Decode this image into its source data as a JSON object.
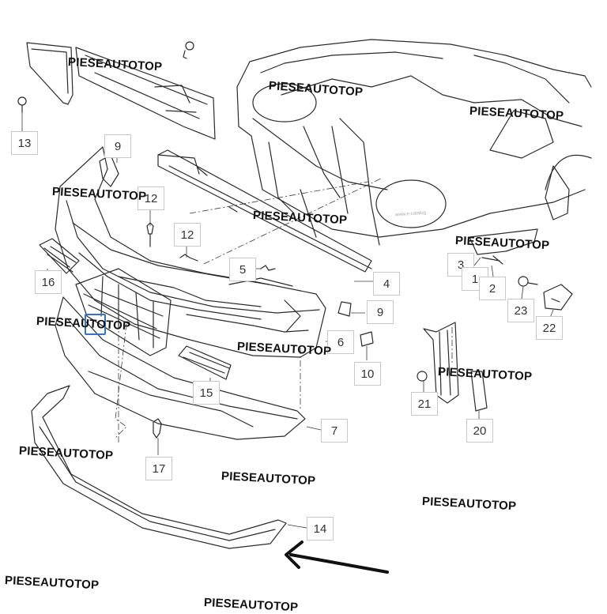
{
  "diagram": {
    "part_numbers": [
      "13",
      "9",
      "12",
      "12",
      "16",
      "5",
      "4",
      "3",
      "1",
      "2",
      "23",
      "22",
      "9",
      "6",
      "10",
      "15",
      "21",
      "20",
      "7",
      "17",
      "14"
    ],
    "watermark_text": "PIESEAUTOTOP",
    "small_credit": "www.e-catalog",
    "colors": {
      "line": "#2b2b2b",
      "callout_border": "#c9c9c9",
      "highlight": "#3a73c6",
      "arrow": "#111111"
    }
  }
}
